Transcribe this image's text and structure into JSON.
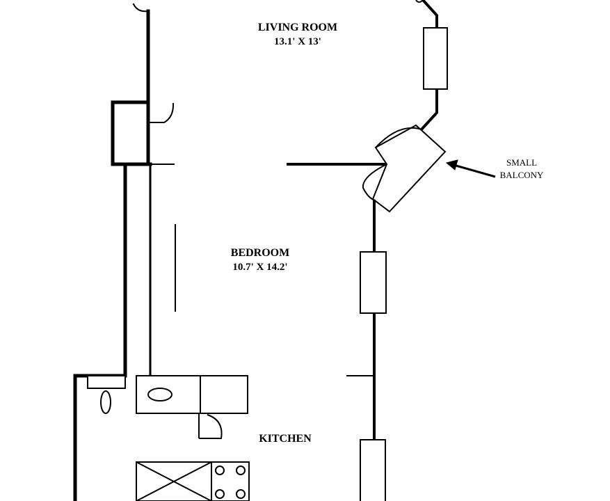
{
  "rooms": {
    "living_room": {
      "name": "LIVING ROOM",
      "size": "13.1' X 13'"
    },
    "bedroom": {
      "name": "BEDROOM",
      "size": "10.7' X 14.2'"
    },
    "kitchen": {
      "name": "KITCHEN"
    }
  },
  "balcony_label": {
    "line1": "SMALL",
    "line2": "BALCONY"
  },
  "colors": {
    "ink": "#000000",
    "paper": "#ffffff"
  }
}
